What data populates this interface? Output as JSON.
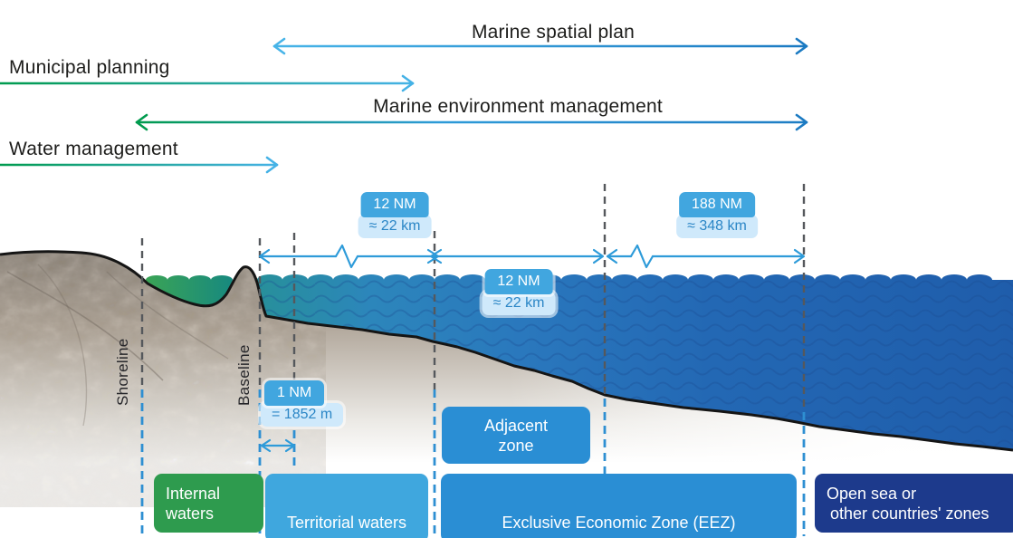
{
  "plans": {
    "marine_spatial": "Marine spatial plan",
    "municipal": "Municipal planning",
    "marine_environment": "Marine environment management",
    "water": "Water management"
  },
  "measurements": {
    "territorial": {
      "value": "12 NM",
      "approx": "≈ 22 km"
    },
    "eez_inner": {
      "value": "12 NM",
      "approx": "≈ 22 km"
    },
    "eez_outer": {
      "value": "188 NM",
      "approx": "≈ 348 km"
    },
    "nautical_mile": {
      "value": "1 NM",
      "approx": "= 1852 m"
    }
  },
  "shore": {
    "shoreline": "Shoreline",
    "baseline": "Baseline"
  },
  "zones": {
    "internal": {
      "line1": "Internal",
      "line2": "waters"
    },
    "territorial": {
      "label": "Territorial waters"
    },
    "adjacent": {
      "line1": "Adjacent",
      "line2": "zone"
    },
    "eez": {
      "label": "Exclusive Economic Zone (EEZ)"
    },
    "open_sea": {
      "line1": "Open sea or",
      "line2": "other countries' zones"
    }
  },
  "colors": {
    "plan_green": "#009b4e",
    "plan_light_blue": "#45b2e6",
    "plan_dark_blue": "#1b7ac2",
    "measure_blue": "#2e9bd9",
    "badge_header_blue": "#41a6df",
    "badge_body_blue": "#cfe9fb",
    "zone_internal_green": "#2e9b4e",
    "zone_territorial_blue": "#3fa7de",
    "zone_eez_blue": "#2a8ed4",
    "zone_open_sea_navy": "#1d3a8c"
  }
}
